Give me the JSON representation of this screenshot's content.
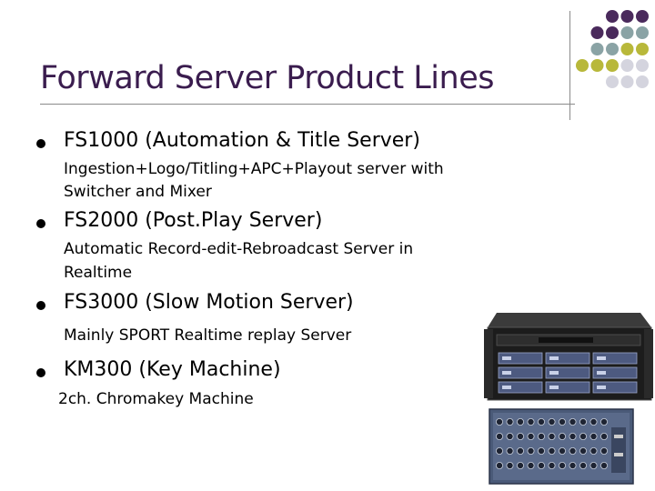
{
  "slide": {
    "title": "Forward Server Product Lines",
    "items": [
      {
        "title": "FS1000 (Automation & Title Server)",
        "desc_lines": [
          "Ingestion+Logo/Titling+APC+Playout server with",
          "Switcher and Mixer"
        ]
      },
      {
        "title": "FS2000 (Post.Play Server)",
        "desc_lines": [
          "Automatic Record-edit-Rebroadcast Server in",
          "Realtime"
        ]
      },
      {
        "title": "FS3000 (Slow Motion Server)",
        "desc_lines": [
          "Mainly SPORT Realtime replay Server"
        ]
      },
      {
        "title": "KM300 (Key Machine)",
        "desc_lines": [
          "2ch. Chromakey Machine"
        ]
      }
    ]
  },
  "colors": {
    "title": "#3a1c4e",
    "dot_purple": "#4a2a5c",
    "dot_teal": "#8aa3a5",
    "dot_olive": "#b8b83a",
    "dot_light": "#d4d4de"
  }
}
